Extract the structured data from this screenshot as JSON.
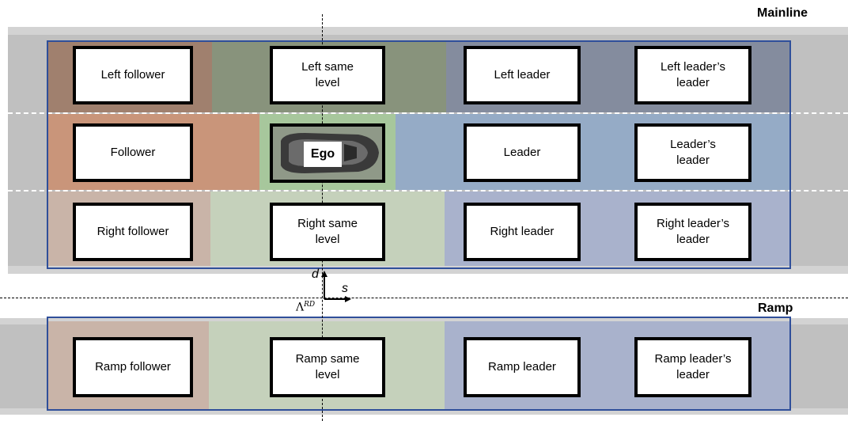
{
  "titles": {
    "mainline": "Mainline",
    "ramp": "Ramp"
  },
  "colors": {
    "road": "#c0c0c0",
    "outline": "#2f4f9a",
    "follower_region": "#c9957a",
    "same_level_region": "#a7c79c",
    "leader_region": "#8ea9cf"
  },
  "boxes": {
    "left_follower": "Left follower",
    "left_same_level": "Left same\nlevel",
    "left_leader": "Left leader",
    "left_leaders_leader": "Left leader’s\nleader",
    "follower": "Follower",
    "ego": "Ego",
    "leader": "Leader",
    "leaders_leader": "Leader’s\nleader",
    "right_follower": "Right follower",
    "right_same_level": "Right same\nlevel",
    "right_leader": "Right leader",
    "right_leaders_leader": "Right leader’s\nleader",
    "ramp_follower": "Ramp follower",
    "ramp_same_level": "Ramp same\nlevel",
    "ramp_leader": "Ramp leader",
    "ramp_leaders_leader": "Ramp leader’s\nleader"
  },
  "axes": {
    "d": "d",
    "s": "s",
    "lambda": "Λ",
    "lambda_sup": "RD"
  }
}
